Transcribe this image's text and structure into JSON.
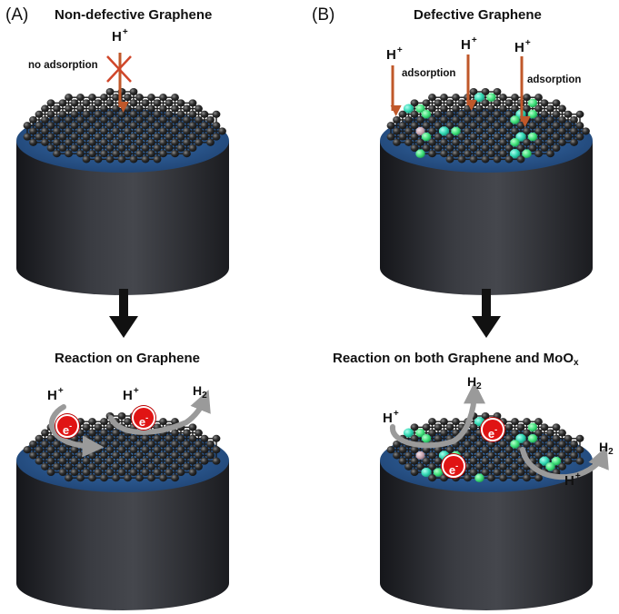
{
  "panels": {
    "a": {
      "letter": "(A)",
      "title": "Non-defective Graphene",
      "hplus": "H",
      "charge": "+",
      "note": "no adsorption"
    },
    "b": {
      "letter": "(B)",
      "title": "Defective Graphene",
      "hplus": "H",
      "charge": "+",
      "note": "adsorption"
    }
  },
  "reactions": {
    "a": {
      "title": "Reaction on Graphene"
    },
    "b": {
      "title_main": "Reaction on both Graphene and MoO",
      "title_sub": "x"
    }
  },
  "species": {
    "proton": "H",
    "proton_charge": "+",
    "electron": "e",
    "electron_charge": "-",
    "hydrogen": "H",
    "hydrogen_sub": "2"
  },
  "colors": {
    "cylinder": "#2b2d31",
    "disk": "#2f5f95",
    "carbon": "#2e2e2e",
    "defect_green": "#3fe07a",
    "defect_teal": "#2fd6b0",
    "defect_pink": "#c9a6b0",
    "arrow_orange": "#c0582a",
    "flow_arrow": "#9a9a9a",
    "electron": "#e01414"
  }
}
